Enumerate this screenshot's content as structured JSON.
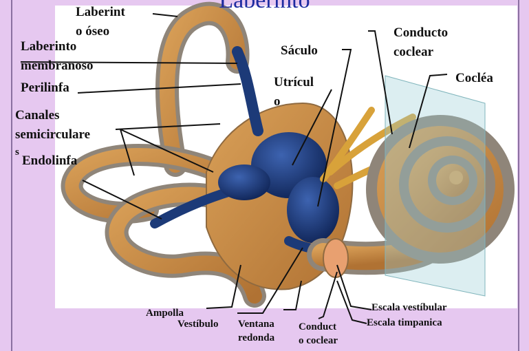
{
  "title": "Laberinto",
  "colors": {
    "background": "#e6c8f0",
    "frame": "#8a70a0",
    "bone": "#c88a42",
    "bone_gray": "#8f8579",
    "membrane": "#1c3a78",
    "nerve": "#d8a23a",
    "plane": "#9ccfd6"
  },
  "labels": {
    "laberinto_oseo_1": "Laberint",
    "laberinto_oseo_2": "o óseo",
    "laberinto_membranoso_1": "Laberinto",
    "laberinto_membranoso_2": "membranoso",
    "perilinfa": "Perilinfa",
    "canales_1": "Canales",
    "canales_2": "semicirculare",
    "canales_3": "s",
    "endolinfa": "Endolinfa",
    "saculo": "Sáculo",
    "utriculo_1": "Utrícul",
    "utriculo_2": "o",
    "conducto_coclear_1": "Conducto",
    "conducto_coclear_2": "coclear",
    "coclea": "Cocléa",
    "ampolla": "Ampolla",
    "vestibulo": "Vestíbulo",
    "ventana_1": "Ventana",
    "ventana_2": "redonda",
    "conduct_bottom_1": "Conduct",
    "conduct_bottom_2": "o coclear",
    "escala_vestibular": "Escala vestíbular",
    "escala_timpanica": "Escala timpanica"
  }
}
